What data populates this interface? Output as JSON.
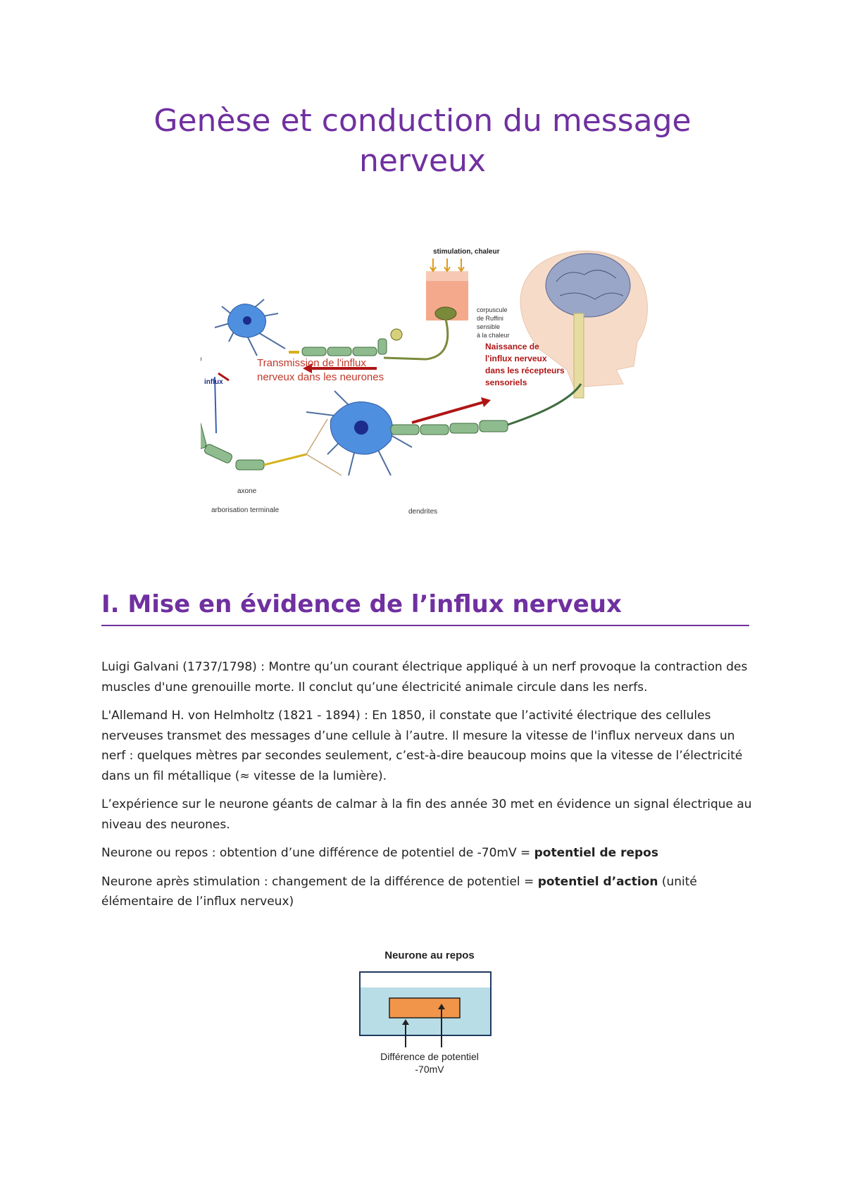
{
  "document": {
    "title_line1": "Genèse et conduction du message",
    "title_line2": "nerveux"
  },
  "figure1": {
    "stimulus_label": "stimulation, chaleur",
    "corpuscle_line1": "corpuscule",
    "corpuscle_line2": "de Ruffini",
    "corpuscle_line3": "sensible",
    "corpuscle_line4": "à la chaleur",
    "genesis_line1": "Naissance de",
    "genesis_line2": "l'influx nerveux",
    "genesis_line3": "dans les récepteurs",
    "genesis_line4": "sensoriels",
    "transmission_line1": "Transmission de l'influx",
    "transmission_line2": "nerveux dans les neurones",
    "influx_label": "influx",
    "axon_label": "axone",
    "terminal_label": "arborisation terminale",
    "dendrites_label": "dendrites",
    "colors": {
      "axon": "#8fbc8f",
      "soma": "#4f8fe0",
      "arrow": "#b01515",
      "text_red": "#c0392b"
    }
  },
  "section1": {
    "heading": "I. Mise en évidence de l’influx nerveux",
    "p1": "Luigi Galvani (1737/1798) : Montre qu’un courant électrique appliqué à un nerf provoque la contraction des muscles d'une grenouille morte. Il conclut qu’une électricité animale circule dans les nerfs.",
    "p2": "L'Allemand H. von Helmholtz (1821 - 1894) : En 1850, il constate que l’activité électrique des cellules nerveuses transmet des messages d’une cellule à l’autre. Il mesure la vitesse de l'influx nerveux dans un nerf : quelques mètres par secondes seulement, c’est-à-dire beaucoup moins que la vitesse de l’électricité dans un fil métallique (≈ vitesse de la lumière).",
    "p3": "L’expérience sur le neurone géants de calmar à la fin des année 30 met en évidence un signal électrique au niveau des neurones.",
    "p4_text": "Neurone ou repos : obtention d’une différence de potentiel de -70mV = ",
    "p4_bold": "potentiel de repos",
    "p5_text": "Neurone après stimulation : changement de la différence de potentiel = ",
    "p5_bold": "potentiel d’action",
    "p5_tail": " (unité élémentaire de l’influx nerveux)"
  },
  "figure2": {
    "title": "Neurone au repos",
    "label_line1": "Différence de potentiel",
    "label_line2": "-70mV",
    "colors": {
      "water": "#b8dde6",
      "neuron": "#f0954a",
      "border": "#1f3a60"
    }
  }
}
